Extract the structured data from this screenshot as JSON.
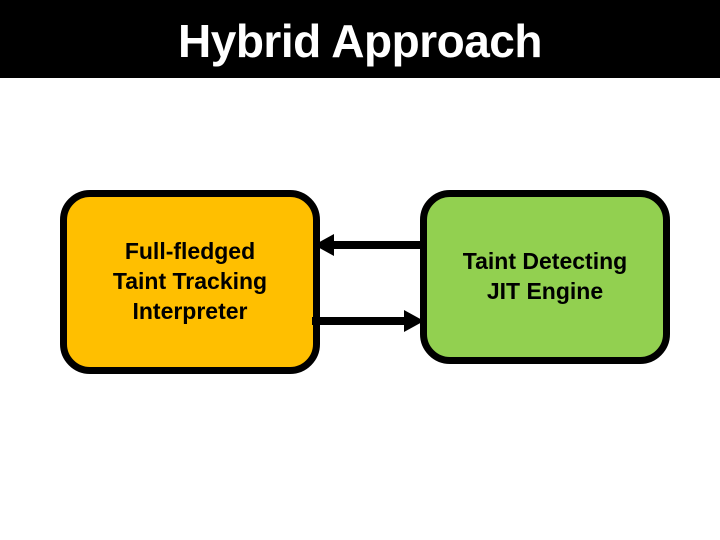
{
  "slide": {
    "title": "Hybrid Approach",
    "banner_color": "#000000",
    "title_color": "#FFFFFF",
    "background_color": "#FFFFFF"
  },
  "diagram": {
    "type": "block-diagram",
    "nodes": [
      {
        "id": "interpreter",
        "label": "Full-fledged\nTaint Tracking\nInterpreter",
        "line1": "Full-fledged",
        "line2": "Taint Tracking",
        "line3": "Interpreter",
        "fill_color": "#FFBF00",
        "border_color": "#000000",
        "text_color": "#000000"
      },
      {
        "id": "jit",
        "label": "Taint Detecting\nJIT Engine",
        "line1": "Taint Detecting",
        "line2": "JIT Engine",
        "fill_color": "#92D050",
        "border_color": "#000000",
        "text_color": "#000000"
      }
    ],
    "edges": [
      {
        "id": "jit-to-interpreter",
        "from": "jit",
        "to": "interpreter",
        "direction": "left",
        "color": "#000000",
        "label": ""
      },
      {
        "id": "interpreter-to-jit",
        "from": "interpreter",
        "to": "jit",
        "direction": "right",
        "color": "#000000",
        "label": ""
      }
    ]
  }
}
